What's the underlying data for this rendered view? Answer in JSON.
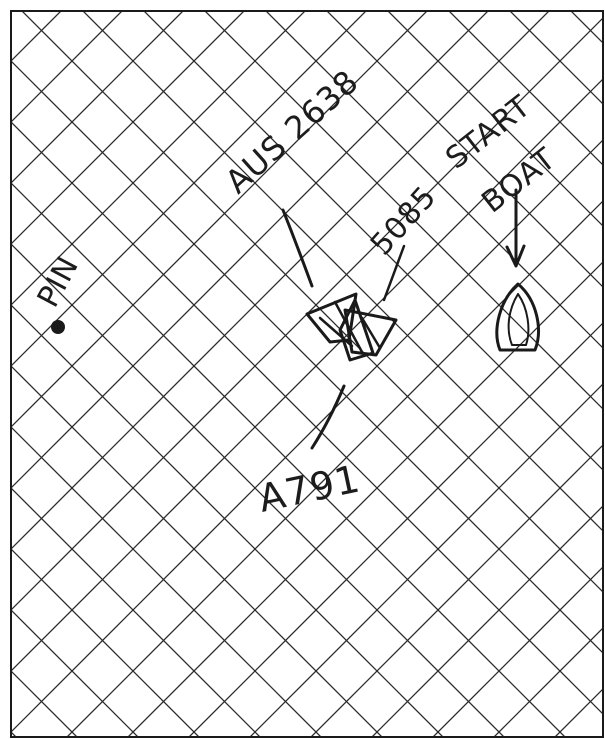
{
  "labels": {
    "pin": "PIN",
    "aus": "AUS 2638",
    "s085": "5085",
    "start": "START",
    "boat": "BOAT",
    "a791": "A791"
  },
  "colors": {
    "ink": "#1a1a1a",
    "paper": "#ffffff",
    "grid": "#2a2a2a"
  }
}
